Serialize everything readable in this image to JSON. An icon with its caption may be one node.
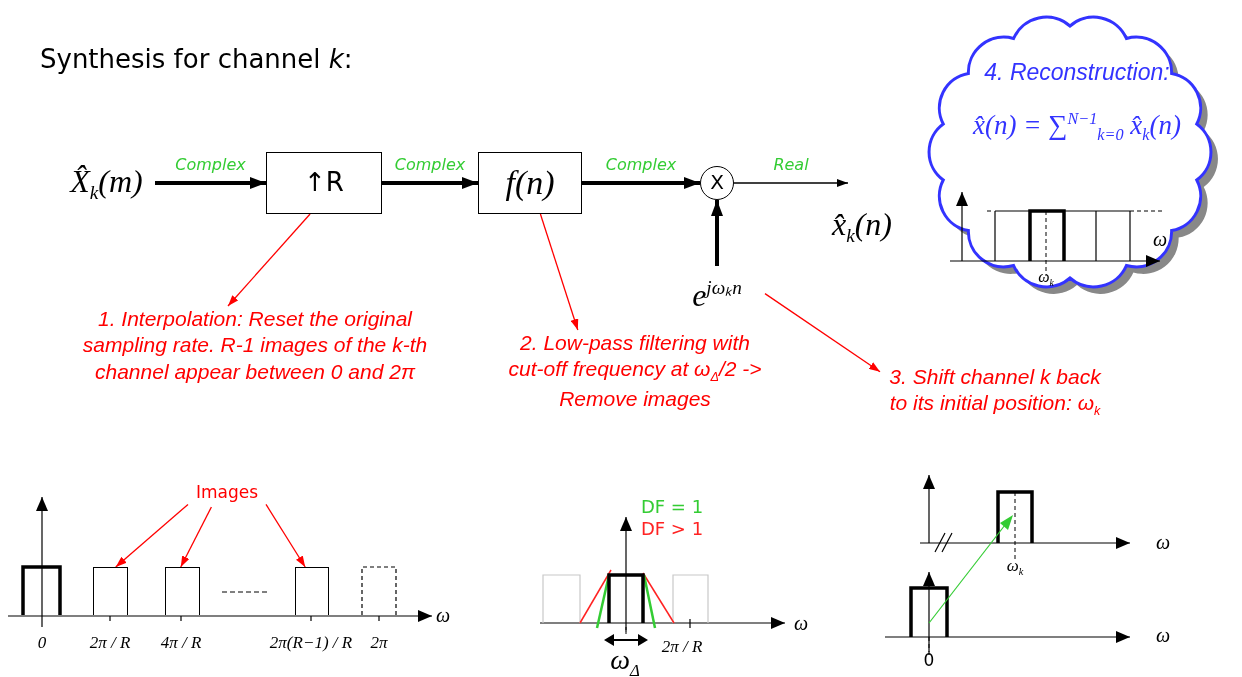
{
  "diagram": {
    "title": "Synthesis for channel *k*:",
    "nodes": [
      {
        "text": [
          "X̂$_{k}$(m)"
        ]
      },
      {
        "text": [
          "↑R"
        ]
      },
      {
        "text": [
          "f(n)"
        ]
      },
      {
        "text": [
          "X"
        ]
      },
      {
        "text": [
          "x̂$_{k}$(n)"
        ]
      },
      {
        "text": [
          "e$^{jωₖn}$"
        ]
      },
      {
        "text": [
          "4. Reconstruction:",
          "x̂(n) = ∑$^{N−1}$$_{k=0}$ x̂$_{k}$(n)"
        ]
      },
      {
        "text": [
          "1. Interpolation: Reset the original sampling rate. R-1 images of the k-th channel appear between 0 and 2π"
        ]
      },
      {
        "text": [
          "2. Low-pass filtering with cut-off frequency at ω$_{Δ}$/2 -> Remove images"
        ]
      },
      {
        "text": [
          "3. Shift channel k back to its initial position: ω$_{k}$"
        ]
      },
      {
        "text": [
          "Images"
        ]
      },
      {
        "text": [],
        "shape": "box"
      },
      {
        "text": [],
        "shape": "box"
      },
      {
        "text": [],
        "shape": "box"
      }
    ],
    "edges": [
      {
        "from": 0,
        "to": 1,
        "arrow": "to",
        "label": "Complex",
        "style": "thick",
        "color": "#000000"
      },
      {
        "from": 1,
        "to": 2,
        "arrow": "to",
        "label": "Complex",
        "style": "thick",
        "color": "#000000"
      },
      {
        "from": 2,
        "to": 3,
        "arrow": "to",
        "label": "Complex",
        "style": "thick",
        "color": "#000000"
      },
      {
        "from": 3,
        "to": 4,
        "arrow": "to",
        "label": "Real",
        "color": "#000000"
      },
      {
        "from": 5,
        "to": 3,
        "arrow": "to",
        "style": "thick",
        "color": "#000000"
      },
      {
        "from": 1,
        "to": 7,
        "arrow": "to",
        "color": "#ff0000"
      },
      {
        "from": 2,
        "to": 8,
        "arrow": "to",
        "color": "#ff0000"
      },
      {
        "from": 5,
        "to": 9,
        "arrow": "to",
        "color": "#ff0000"
      },
      {
        "from": 10,
        "to": 11,
        "arrow": "to",
        "color": "#ff0000"
      },
      {
        "from": 10,
        "to": 12,
        "arrow": "to",
        "color": "#ff0000"
      },
      {
        "from": 10,
        "to": 13,
        "arrow": "to",
        "color": "#ff0000"
      }
    ],
    "labels": [
      "ω",
      "ω$_{k}$",
      "0",
      "2π / R",
      "4π / R",
      "2π(R−1) / R",
      "2π",
      "ω",
      "DF = 1",
      "DF > 1",
      "ω",
      "2π / R",
      "ω$_{Δ}$",
      "ω",
      "ω$_{k}$",
      "ω",
      "0"
    ]
  }
}
